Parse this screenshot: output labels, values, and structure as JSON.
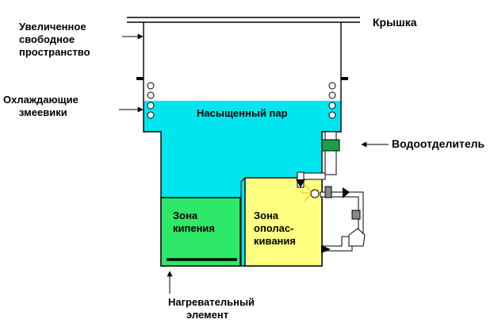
{
  "labels": {
    "lid": "Крышка",
    "freeboard_line1": "Увеличенное",
    "freeboard_line2": "свободное",
    "freeboard_line3": "пространство",
    "coils_line1": "Охлаждающие",
    "coils_line2": "змеевики",
    "vapor": "Насыщенный пар",
    "separator": "Водоотделитель",
    "boil_line1": "Зона",
    "boil_line2": "кипения",
    "rinse_line1": "Зона",
    "rinse_line2": "ополас-",
    "rinse_line3": "кивания",
    "heater_line1": "Нагревательный",
    "heater_line2": "элемент"
  },
  "colors": {
    "vapor": "#00e5ee",
    "boil_zone": "#2ee86a",
    "rinse_zone": "#ffff80",
    "separator": "#1aa04a",
    "outline": "#000000",
    "pipe": "#ffffff"
  }
}
